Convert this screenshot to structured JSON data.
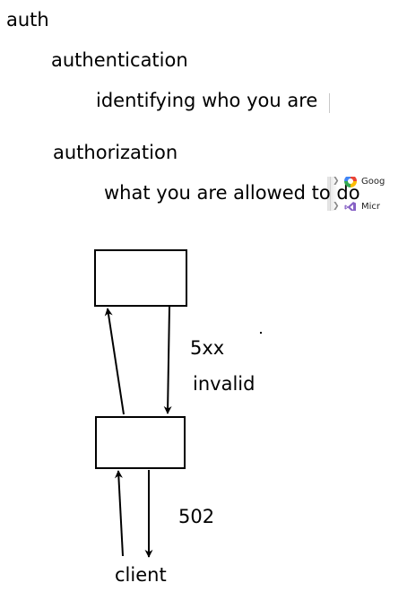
{
  "notes": {
    "auth": "auth",
    "authentication": "authentication",
    "authentication_def": "identifying who you are",
    "authorization": "authorization",
    "authorization_def": "what you are allowed to do"
  },
  "diagram": {
    "label_5xx": "5xx",
    "label_invalid": "invalid",
    "label_502": "502",
    "label_client": "client"
  },
  "browser_fragment": {
    "items": [
      {
        "label": "Goog",
        "icon": "google-favicon-icon"
      },
      {
        "label": "Micr",
        "icon": "visual-studio-icon"
      }
    ],
    "colors": {
      "vs_purple": "#8661c5"
    }
  }
}
